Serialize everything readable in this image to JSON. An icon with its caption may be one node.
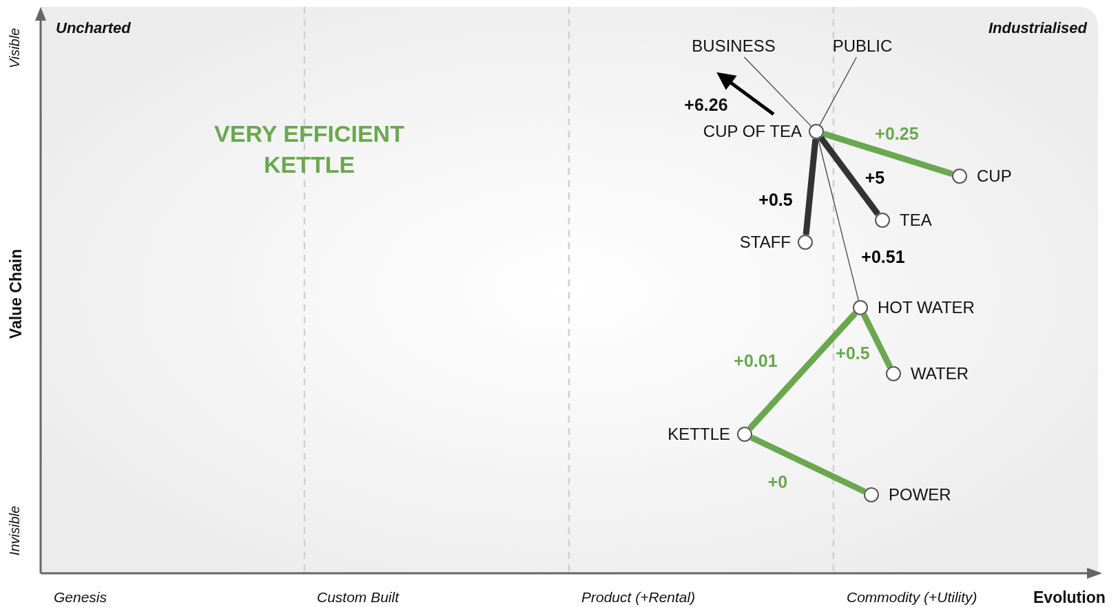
{
  "diagram": {
    "nodes": [
      {
        "text": [
          "BUSINESS"
        ]
      },
      {
        "text": [
          "PUBLIC"
        ]
      },
      {
        "text": [],
        "shape": "circle",
        "beside": [
          "CUP OF TEA"
        ]
      },
      {
        "text": [],
        "shape": "circle",
        "beside": [
          "CUP"
        ]
      },
      {
        "text": [],
        "shape": "circle",
        "beside": [
          "TEA"
        ]
      },
      {
        "text": [],
        "shape": "circle",
        "beside": [
          "STAFF"
        ]
      },
      {
        "text": [],
        "shape": "circle",
        "beside": [
          "HOT WATER"
        ]
      },
      {
        "text": [],
        "shape": "circle",
        "beside": [
          "WATER"
        ]
      },
      {
        "text": [],
        "shape": "circle",
        "beside": [
          "KETTLE"
        ]
      },
      {
        "text": [],
        "shape": "circle",
        "beside": [
          "POWER"
        ]
      }
    ],
    "edges": [
      {
        "from": 0,
        "to": 2,
        "arrow": "none",
        "color": "#444444"
      },
      {
        "from": 1,
        "to": 2,
        "arrow": "none",
        "color": "#444444"
      },
      {
        "from": 2,
        "to": 3,
        "arrow": "none",
        "label": "+0.25",
        "color": "#6aa84f"
      },
      {
        "from": 2,
        "to": 4,
        "arrow": "none",
        "label": "+5",
        "color": "#333333"
      },
      {
        "from": 2,
        "to": 5,
        "arrow": "none",
        "label": "+0.5",
        "color": "#333333"
      },
      {
        "from": 2,
        "to": 6,
        "arrow": "none",
        "label": "+0.51",
        "color": "#444444"
      },
      {
        "from": 6,
        "to": 8,
        "arrow": "none",
        "label": "+0.01",
        "color": "#6aa84f"
      },
      {
        "from": 6,
        "to": 7,
        "arrow": "none",
        "label": "+0.5",
        "color": "#6aa84f"
      },
      {
        "from": 8,
        "to": 9,
        "arrow": "none",
        "label": "+0",
        "color": "#6aa84f"
      }
    ],
    "labels": [
      "Uncharted",
      "Industrialised",
      "Visible",
      "+6.26",
      "VERY EFFICIENT KETTLE",
      "Value Chain",
      "Invisible",
      "Genesis",
      "Custom Built",
      "Product (+Rental)",
      "Commodity (+Utility)",
      "Evolution"
    ]
  }
}
